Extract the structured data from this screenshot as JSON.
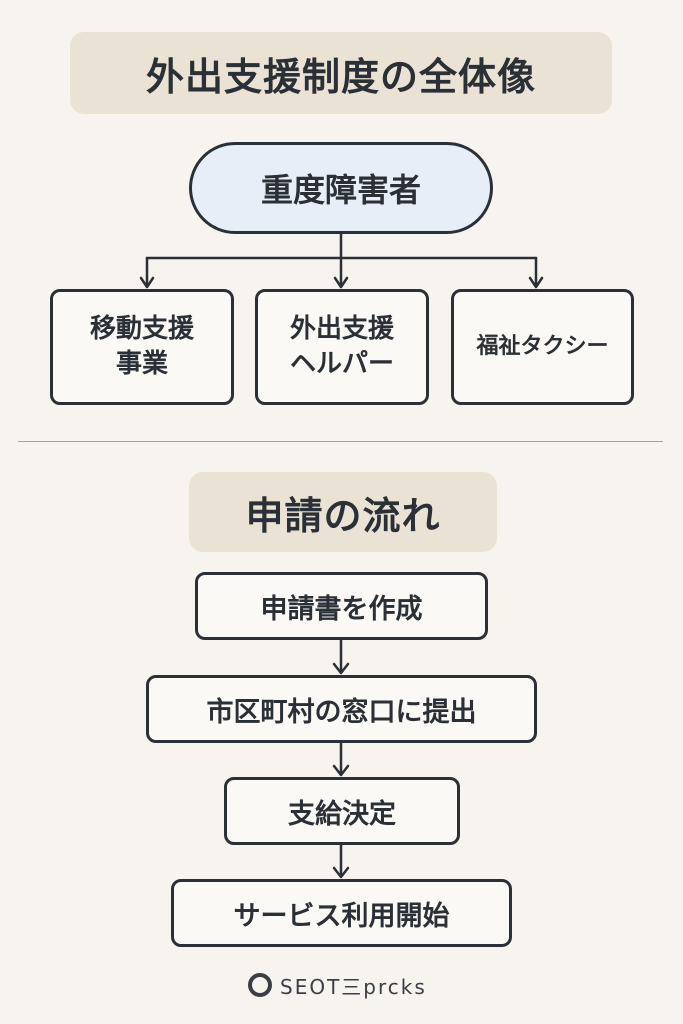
{
  "overview": {
    "title": "外出支援制度の全体像",
    "root": "重度障害者",
    "children": [
      "移動支援\n事業",
      "外出支援\nヘルパー",
      "福祉タクシー"
    ]
  },
  "flow": {
    "title": "申請の流れ",
    "steps": [
      "申請書を作成",
      "市区町村の窓口に提出",
      "支給決定",
      "サービス利用開始"
    ]
  },
  "footer": {
    "logo_text": "SEOT三prcks"
  },
  "colors": {
    "background": "#f7f3ee",
    "title_pill": "#ebe2d6",
    "root_fill": "#e7eef8",
    "stroke": "#2b3036",
    "divider": "#9aa3ad"
  }
}
